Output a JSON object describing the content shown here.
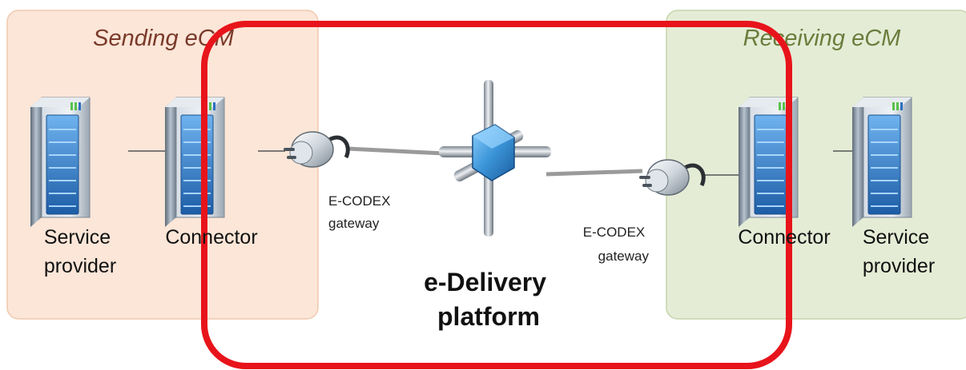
{
  "sending_panel": {
    "title": "Sending eCM",
    "service_provider_label": [
      "Service",
      "provider"
    ],
    "connector_label": "Connector"
  },
  "receiving_panel": {
    "title": "Receiving eCM",
    "service_provider_label": [
      "Service",
      "provider"
    ],
    "connector_label": "Connector"
  },
  "gateway_left": {
    "label": [
      "E-CODEX",
      "gateway"
    ]
  },
  "gateway_right": {
    "label": [
      "E-CODEX",
      "gateway"
    ]
  },
  "platform": {
    "label": [
      "e-Delivery",
      "platform"
    ]
  },
  "colors": {
    "sending_panel_fill": "#fbe6d8",
    "sending_panel_border": "#f1c9ae",
    "sending_title": "#7a3a2a",
    "receiving_panel_fill": "#e5ecd6",
    "receiving_panel_border": "#c6d4ab",
    "receiving_title": "#6a7d3c",
    "highlight_frame": "#e8141b",
    "server_body": "#8c9dae",
    "server_panel": "#3d7fc8",
    "connector_hub": "#3b95d8",
    "cable": "#9a9a9a"
  }
}
